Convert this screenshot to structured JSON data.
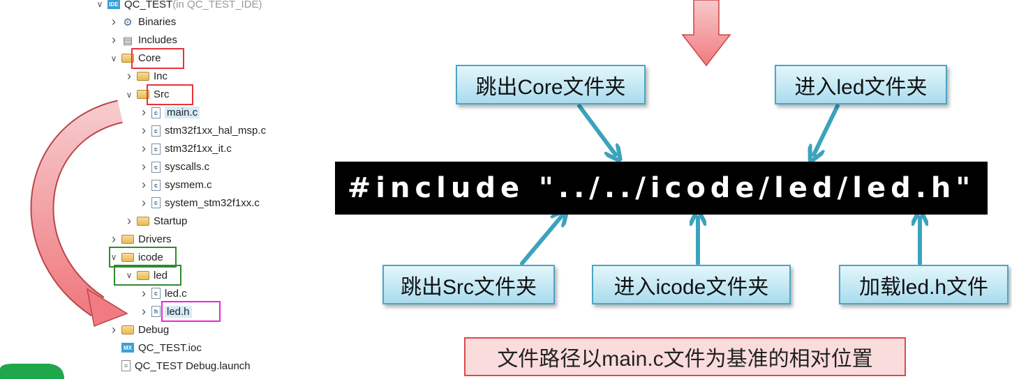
{
  "tree": [
    {
      "label": "QC_TEST",
      "suffix": " (in QC_TEST_IDE)",
      "level": 0,
      "chevron": "open",
      "icon": "ide"
    },
    {
      "label": "Binaries",
      "level": 1,
      "chevron": "closed",
      "icon": "binaries"
    },
    {
      "label": "Includes",
      "level": 1,
      "chevron": "closed",
      "icon": "includes"
    },
    {
      "label": "Core",
      "level": 1,
      "chevron": "open",
      "icon": "folder",
      "mark": "#e8323a"
    },
    {
      "label": "Inc",
      "level": 2,
      "chevron": "closed",
      "icon": "folder"
    },
    {
      "label": "Src",
      "level": 2,
      "chevron": "open",
      "icon": "folder",
      "mark": "#e8323a"
    },
    {
      "label": "main.c",
      "level": 3,
      "chevron": "closed",
      "icon": "c",
      "selected": true
    },
    {
      "label": "stm32f1xx_hal_msp.c",
      "level": 3,
      "chevron": "closed",
      "icon": "c"
    },
    {
      "label": "stm32f1xx_it.c",
      "level": 3,
      "chevron": "closed",
      "icon": "c"
    },
    {
      "label": "syscalls.c",
      "level": 3,
      "chevron": "closed",
      "icon": "c"
    },
    {
      "label": "sysmem.c",
      "level": 3,
      "chevron": "closed",
      "icon": "c"
    },
    {
      "label": "system_stm32f1xx.c",
      "level": 3,
      "chevron": "closed",
      "icon": "c"
    },
    {
      "label": "Startup",
      "level": 2,
      "chevron": "closed",
      "icon": "folder"
    },
    {
      "label": "Drivers",
      "level": 1,
      "chevron": "closed",
      "icon": "folder"
    },
    {
      "label": "icode",
      "level": 1,
      "chevron": "open",
      "icon": "folder",
      "mark": "#2e8b2e"
    },
    {
      "label": "led",
      "level": 2,
      "chevron": "open",
      "icon": "folder",
      "mark": "#2e8b2e"
    },
    {
      "label": "led.c",
      "level": 3,
      "chevron": "closed",
      "icon": "c"
    },
    {
      "label": "led.h",
      "level": 3,
      "chevron": "closed",
      "icon": "h",
      "selected": true,
      "mark": "#ee22dd"
    },
    {
      "label": "Debug",
      "level": 1,
      "chevron": "closed",
      "icon": "folder"
    },
    {
      "label": "QC_TEST.ioc",
      "level": 1,
      "chevron": "none",
      "icon": "mx"
    },
    {
      "label": "QC_TEST Debug.launch",
      "level": 1,
      "chevron": "none",
      "icon": "launch"
    }
  ],
  "icon_text": {
    "ide": "IDE",
    "mx": "MX",
    "c": "c",
    "h": "h"
  },
  "callouts": {
    "exit_core": "跳出Core文件夹",
    "enter_led": "进入led文件夹",
    "exit_src": "跳出Src文件夹",
    "enter_icode": "进入icode文件夹",
    "load_led_h": "加载led.h文件"
  },
  "code_line": "#include \"../../icode/led/led.h\"",
  "note": "文件路径以main.c文件为基准的相对位置",
  "colors": {
    "arrow_blue": "#3ba3bd",
    "arrow_red": "#f07b80",
    "code_bg": "#000000"
  }
}
